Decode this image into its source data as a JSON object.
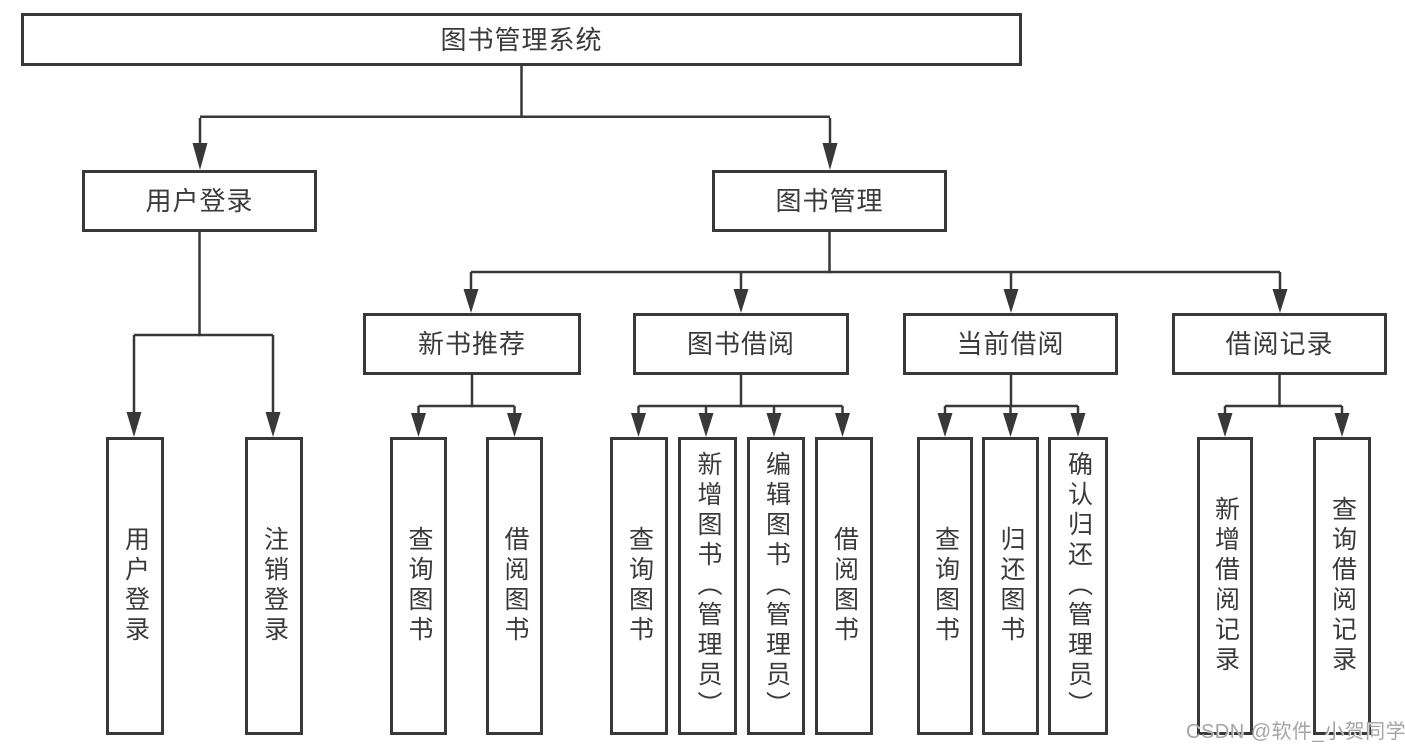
{
  "diagram": {
    "title": {
      "label": "图书管理系统"
    },
    "branches": [
      {
        "label": "用户登录",
        "children": [
          {
            "label": "用户登录"
          },
          {
            "label": "注销登录"
          }
        ]
      },
      {
        "label": "图书管理",
        "children": [
          {
            "label": "新书推荐",
            "children": [
              {
                "label": "查询图书"
              },
              {
                "label": "借阅图书"
              }
            ]
          },
          {
            "label": "图书借阅",
            "children": [
              {
                "label": "查询图书"
              },
              {
                "label": "新增图书（管理员）"
              },
              {
                "label": "编辑图书（管理员）"
              },
              {
                "label": "借阅图书"
              }
            ]
          },
          {
            "label": "当前借阅",
            "children": [
              {
                "label": "查询图书"
              },
              {
                "label": "归还图书"
              },
              {
                "label": "确认归还（管理员）"
              }
            ]
          },
          {
            "label": "借阅记录",
            "children": [
              {
                "label": "新增借阅记录"
              },
              {
                "label": "查询借阅记录"
              }
            ]
          }
        ]
      }
    ]
  },
  "watermark": {
    "text": "CSDN @软件_小贺同学"
  },
  "colors": {
    "line": "#383838",
    "background": "#ffffff",
    "watermark": "#a9a3a3"
  }
}
